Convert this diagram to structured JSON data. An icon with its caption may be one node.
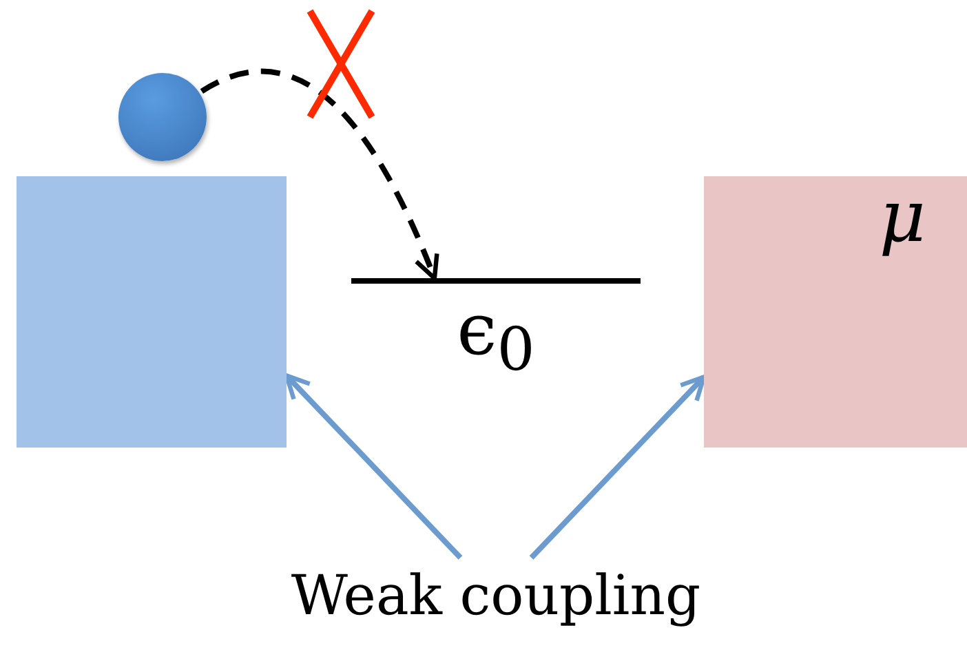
{
  "diagram": {
    "nodes": [
      {
        "text": [],
        "shape": "circle"
      },
      {
        "text": [],
        "shape": "box"
      },
      {
        "text": [
          "ϵ$_{0}$"
        ]
      },
      {
        "text": [
          "μ"
        ]
      },
      {
        "text": [
          "Weak coupling"
        ]
      }
    ],
    "edges": [
      {
        "from": 0,
        "to": 2,
        "arrow": "to",
        "style": "dashed",
        "color": "#000000"
      },
      {
        "from": 4,
        "to": 1,
        "arrow": "to"
      },
      {
        "from": 4,
        "to": 3,
        "arrow": "to"
      }
    ]
  }
}
